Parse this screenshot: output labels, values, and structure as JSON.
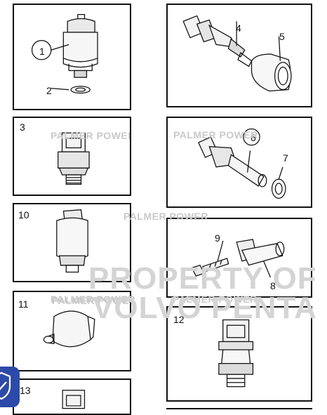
{
  "labels": {
    "p3": "3",
    "p10": "10",
    "p11": "11",
    "p12": "12",
    "p13": "13"
  },
  "callouts": {
    "c1": "1",
    "c2": "2",
    "c4": "4",
    "c5": "5",
    "c6": "6",
    "c7": "7",
    "c8": "8",
    "c9": "9"
  },
  "watermarks": {
    "palmer": "PALMER POWER",
    "property": "PROPERTY OF",
    "volvo": "VOLVO PENTA"
  },
  "badge": {
    "icon": "shield-check-icon",
    "color": "#2e4aa8"
  }
}
